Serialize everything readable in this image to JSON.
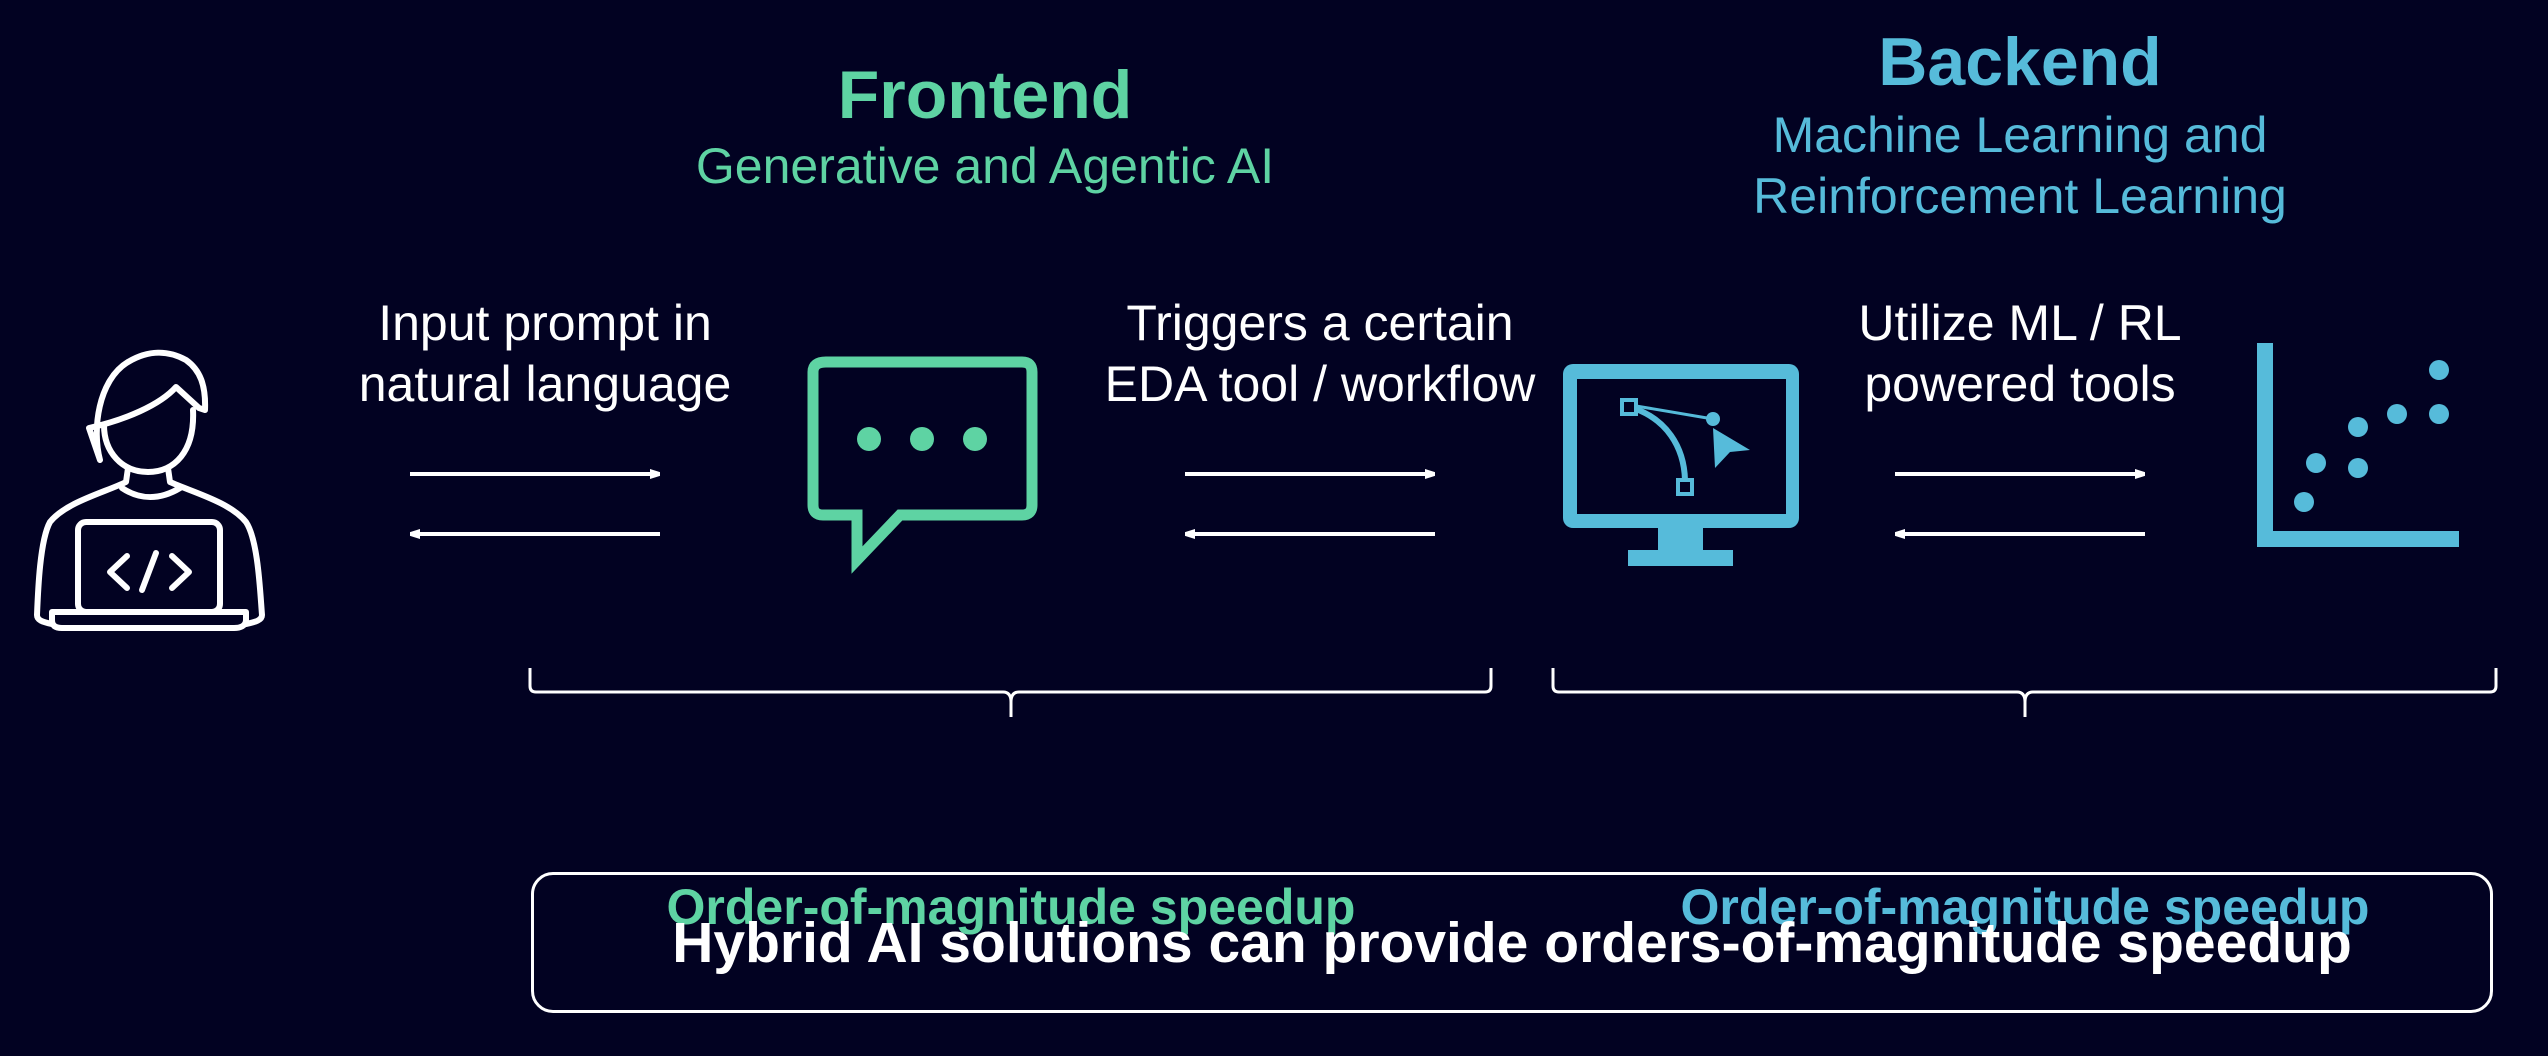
{
  "colors": {
    "background": "#020222",
    "frontend_accent": "#5ED3A3",
    "backend_accent": "#56BBDA",
    "neutral": "#FFFFFF"
  },
  "frontend": {
    "title": "Frontend",
    "subtitle": "Generative and Agentic AI"
  },
  "backend": {
    "title": "Backend",
    "subtitle_lines": [
      "Machine Learning and",
      "Reinforcement Learning"
    ]
  },
  "flow": {
    "steps": [
      {
        "lines": [
          "Input prompt in",
          "natural language"
        ]
      },
      {
        "lines": [
          "Triggers a certain",
          "EDA tool / workflow"
        ]
      },
      {
        "lines": [
          "Utilize ML / RL",
          "powered tools"
        ]
      }
    ],
    "nodes": [
      {
        "icon": "developer-laptop-icon"
      },
      {
        "icon": "chat-bubble-icon"
      },
      {
        "icon": "monitor-bezier-icon"
      },
      {
        "icon": "scatter-plot-icon"
      }
    ]
  },
  "speedups": {
    "left": "Order-of-magnitude speedup",
    "right": "Order-of-magnitude speedup"
  },
  "summary": {
    "text": "Hybrid AI solutions can provide orders-of-magnitude speedup"
  }
}
